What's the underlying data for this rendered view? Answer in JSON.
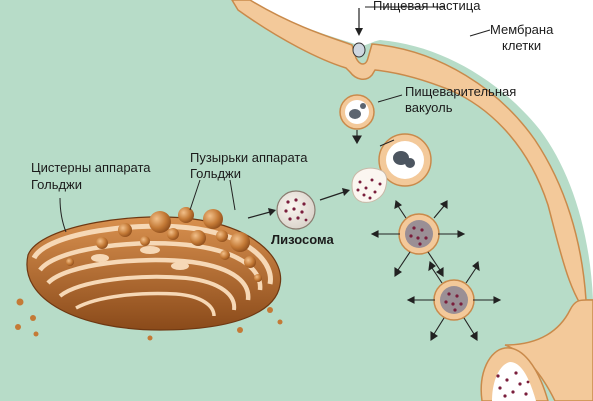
{
  "labels": {
    "food_particle": "Пищевая частица",
    "membrane_line1": "Мембрана",
    "membrane_line2": "клетки",
    "vacuole_line1": "Пищеварительная",
    "vacuole_line2": "вакуоль",
    "golgi_vesicles_line1": "Пузырьки аппарата",
    "golgi_vesicles_line2": "Гольджи",
    "golgi_cisternae_line1": "Цистерны аппарата",
    "golgi_cisternae_line2": "Гольджи",
    "lysosome": "Лизосома"
  },
  "colors": {
    "cytoplasm": "#b7dcc8",
    "membrane": "#f3c99a",
    "membrane_edge": "#c98a4b",
    "golgi_dark": "#9c5a24",
    "golgi_light": "#e3a872",
    "background": "#ffffff",
    "particle": "#7a1e3c"
  }
}
